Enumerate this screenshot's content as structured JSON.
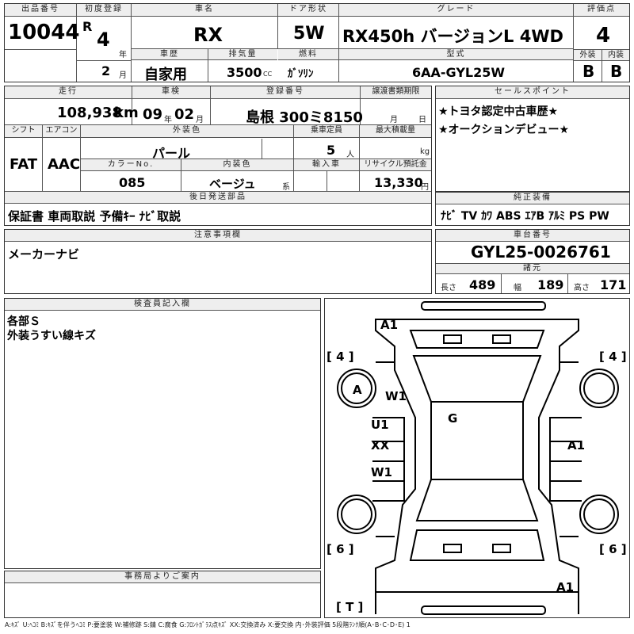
{
  "auction": {
    "lot_label": "出品番号",
    "lot": "10044",
    "first_reg_label": "初度登録",
    "era": "R",
    "year": "4",
    "year_unit": "年",
    "month": "2",
    "month_unit": "月",
    "name_label": "車名",
    "name": "RX",
    "door_label": "ドア形状",
    "door": "5W",
    "grade_label": "グレード",
    "grade": "RX450h バージョンL 4WD",
    "score_label": "評価点",
    "score": "4",
    "history_label": "車歴",
    "history": "自家用",
    "displacement_label": "排気量",
    "displacement": "3500",
    "displacement_unit": "CC",
    "fuel_label": "燃料",
    "fuel": "ｶﾞｿﾘﾝ",
    "model_label": "型式",
    "model": "6AA-GYL25W",
    "ext_label": "外装",
    "ext_grade": "B",
    "int_label": "内装",
    "int_grade": "B"
  },
  "row2": {
    "mileage_label": "走行",
    "mileage": "108,938",
    "mileage_unit": "km",
    "inspection_label": "車検",
    "insp_year": "09",
    "insp_year_unit": "年",
    "insp_month": "02",
    "insp_month_unit": "月",
    "reg_label": "登録番号",
    "reg": "島根 300ミ8150",
    "transfer_label": "譲渡書類期限",
    "transfer_month_unit": "月",
    "transfer_day_unit": "日",
    "shift_label": "シフト",
    "shift": "FAT",
    "ac_label": "エアコン",
    "ac": "AAC",
    "color_label": "外装色",
    "color": "パール",
    "capacity_label": "乗車定員",
    "capacity": "5",
    "capacity_unit": "人",
    "load_label": "最大積載量",
    "load_unit": "kg",
    "color_no_label": "カラーNo.",
    "color_no": "085",
    "interior_label": "内装色",
    "interior": "ベージュ",
    "interior_unit": "系",
    "import_label": "輸入車",
    "recycle_label": "リサイクル預託金",
    "recycle": "13,330",
    "recycle_unit": "円"
  },
  "sales": {
    "label": "セールスポイント",
    "lines": [
      "★トヨタ認定中古車歴★",
      "★オークションデビュー★"
    ]
  },
  "later": {
    "label": "後日発送部品",
    "text": "保証書 車両取説 予備ｷｰ ﾅﾋﾞ取説"
  },
  "equip": {
    "label": "純正装備",
    "text": "ﾅﾋﾞ TV ｶﾜ ABS ｴｱB ｱﾙﾐ PS PW"
  },
  "notes": {
    "label": "注意事項欄",
    "text": "メーカーナビ"
  },
  "chassis": {
    "label": "車台番号",
    "value": "GYL25-0026761",
    "spec_label": "諸元",
    "len_label": "長さ",
    "len": "489",
    "wid_label": "幅",
    "wid": "189",
    "hgt_label": "高さ",
    "hgt": "171"
  },
  "inspector": {
    "label": "検査員記入欄",
    "lines": [
      "各部Ｓ",
      "外装うすい線キズ"
    ]
  },
  "office": {
    "label": "事務局よりご案内"
  },
  "diagram": {
    "marks": [
      "A1",
      "[ 4 ]",
      "[ 4 ]",
      "A",
      "W1",
      "G",
      "U1",
      "XX",
      "W1",
      "A1",
      "[ 6 ]",
      "[ 6 ]",
      "A1",
      "[ T ]"
    ]
  },
  "legend": "A:ｷｽﾞ U:ﾍｺﾐ B:ｷｽﾞを伴うﾍｺﾐ P:要塗装 W:補修跡 S:錆 C:腐食 G:ﾌﾛﾝﾄｶﾞﾗｽ点ｷｽﾞ XX:交換済み X:要交換 内･外装評価 5段階ﾗﾝｸ順(A･B･C･D･E) 1"
}
